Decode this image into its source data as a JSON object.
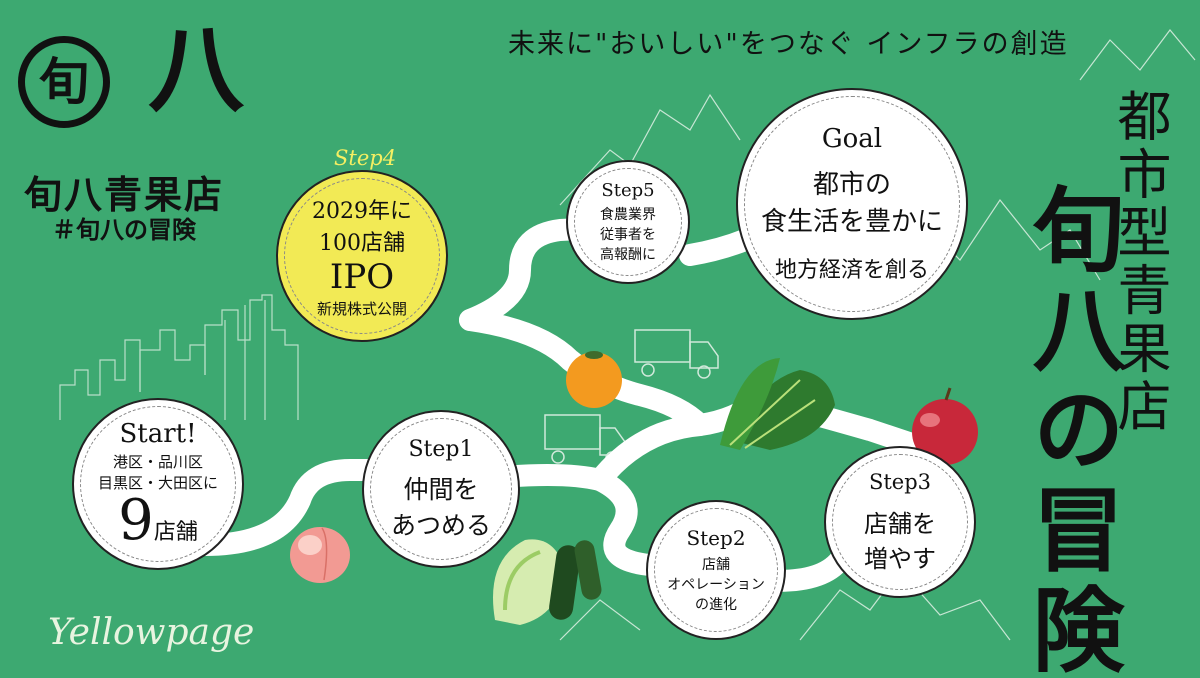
{
  "brand": {
    "logo_mark": "旬",
    "logo_kanji": "八",
    "store_name": "旬八青果店",
    "hashtag": "＃旬八の冒険",
    "footer_brand": "Yellowpage"
  },
  "tagline": "未来に\"おいしい\"をつなぐ インフラの創造",
  "vertical_title": {
    "sub": "都市型青果店",
    "main": "旬八の冒険"
  },
  "start": {
    "heading": "Start!",
    "line1": "港区・品川区",
    "line2": "目黒区・大田区に",
    "number": "9",
    "unit": "店舗"
  },
  "step1": {
    "heading": "Step1",
    "line1": "仲間を",
    "line2": "あつめる"
  },
  "step2": {
    "heading": "Step2",
    "line1": "店舗",
    "line2": "オペレーション",
    "line3": "の進化"
  },
  "step3": {
    "heading": "Step3",
    "line1": "店舗を",
    "line2": "増やす"
  },
  "step4": {
    "label": "Step4",
    "line1": "2029年に",
    "line2": "100店舗",
    "line3": "IPO",
    "line4": "新規株式公開"
  },
  "step5": {
    "heading": "Step5",
    "line1": "食農業界",
    "line2": "従事者を",
    "line3": "高報酬に"
  },
  "goal": {
    "heading": "Goal",
    "line1": "都市の",
    "line2": "食生活を豊かに",
    "line3": "地方経済を創る"
  },
  "colors": {
    "background": "#3da971",
    "road": "#ffffff",
    "step4_fill": "#f2ea55",
    "accent_text": "#f5ef62"
  },
  "icons": [
    "truck-icon",
    "city-skyline-icon",
    "mountain-icon",
    "peach-icon",
    "orange-icon",
    "spinach-icon",
    "apple-icon",
    "cabbage-icon",
    "zucchini-icon"
  ]
}
